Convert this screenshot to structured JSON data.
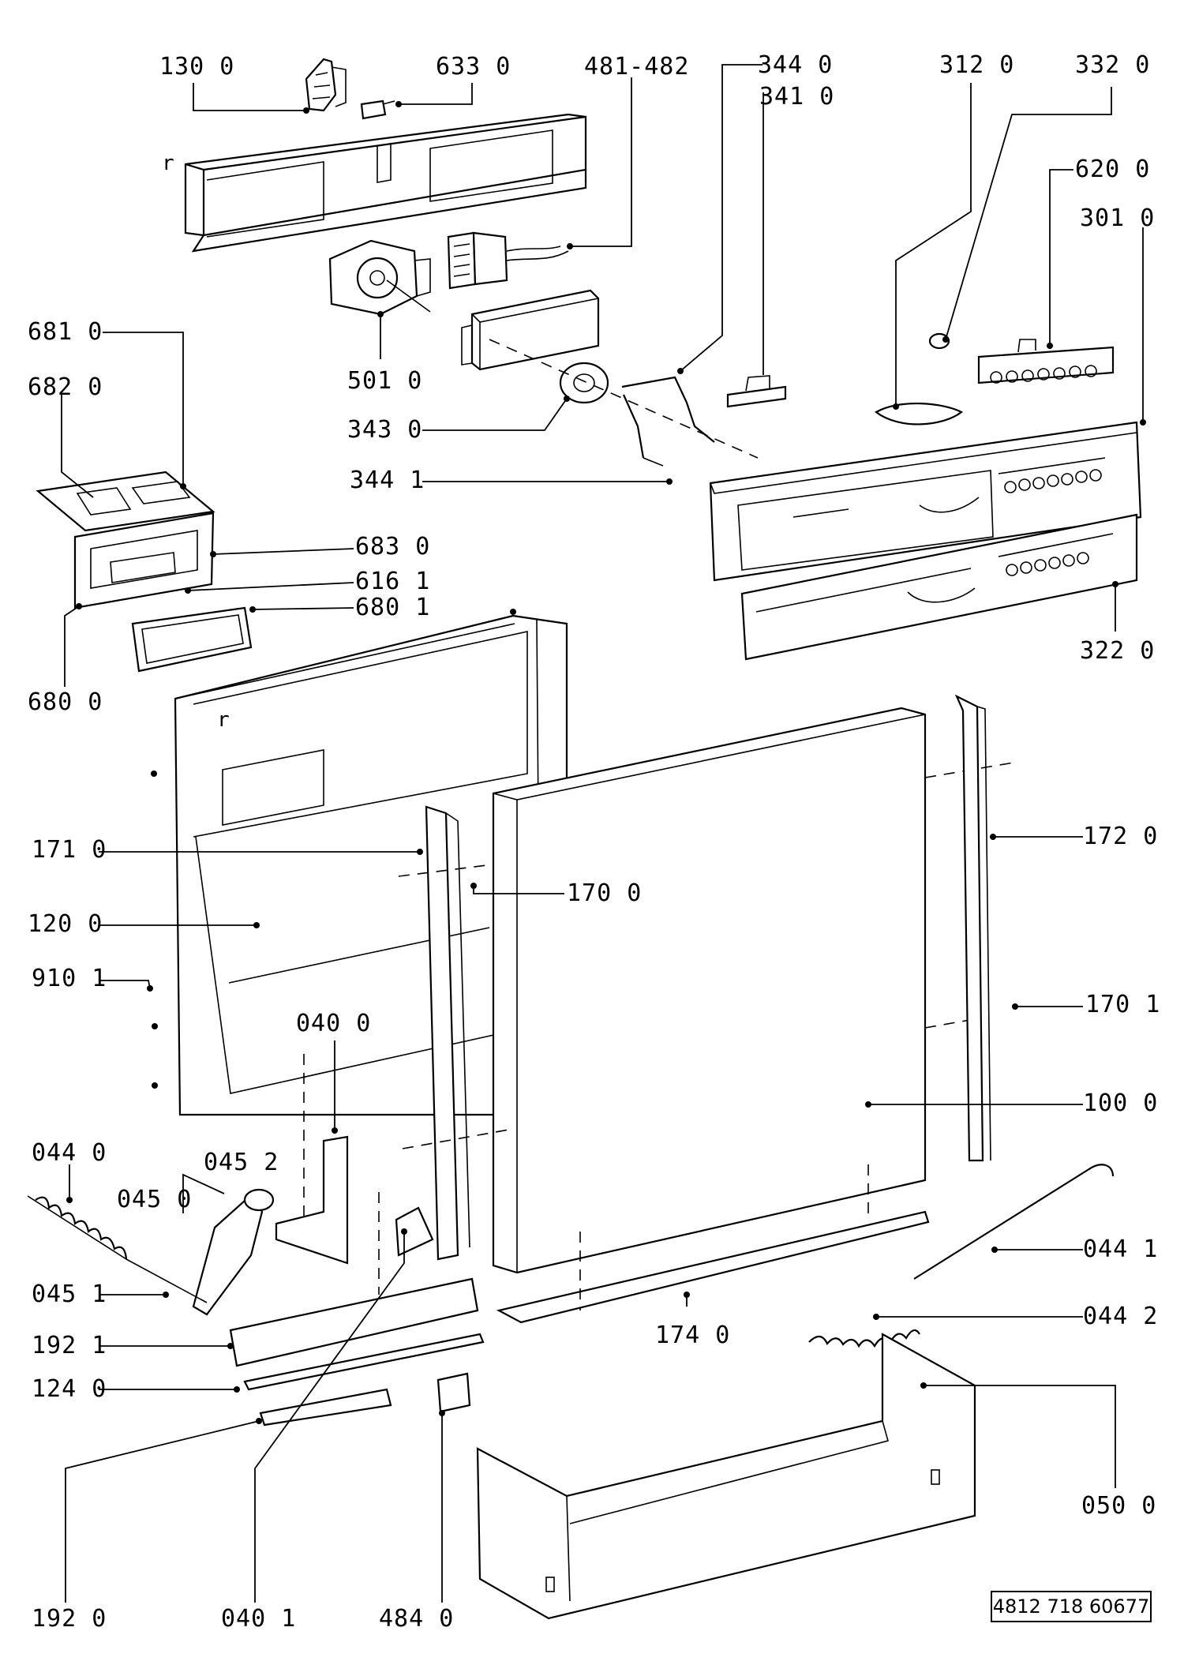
{
  "diagram": {
    "document_number": "4812 718 60677",
    "labels": [
      {
        "id": "130-0",
        "text": "130 0"
      },
      {
        "id": "633-0",
        "text": "633 0"
      },
      {
        "id": "481-482",
        "text": "481-482"
      },
      {
        "id": "344-0",
        "text": "344 0"
      },
      {
        "id": "341-0",
        "text": "341 0"
      },
      {
        "id": "312-0",
        "text": "312 0"
      },
      {
        "id": "332-0",
        "text": "332 0"
      },
      {
        "id": "620-0",
        "text": "620 0"
      },
      {
        "id": "301-0",
        "text": "301 0"
      },
      {
        "id": "681-0",
        "text": "681 0"
      },
      {
        "id": "682-0",
        "text": "682 0"
      },
      {
        "id": "501-0",
        "text": "501 0"
      },
      {
        "id": "343-0",
        "text": "343 0"
      },
      {
        "id": "344-1",
        "text": "344 1"
      },
      {
        "id": "683-0",
        "text": "683 0"
      },
      {
        "id": "616-1",
        "text": "616 1"
      },
      {
        "id": "680-1",
        "text": "680 1"
      },
      {
        "id": "680-0",
        "text": "680 0"
      },
      {
        "id": "322-0",
        "text": "322 0"
      },
      {
        "id": "171-0",
        "text": "171 0"
      },
      {
        "id": "170-0",
        "text": "170 0"
      },
      {
        "id": "172-0",
        "text": "172 0"
      },
      {
        "id": "120-0",
        "text": "120 0"
      },
      {
        "id": "910-1",
        "text": "910 1"
      },
      {
        "id": "170-1",
        "text": "170 1"
      },
      {
        "id": "040-0",
        "text": "040 0"
      },
      {
        "id": "100-0",
        "text": "100 0"
      },
      {
        "id": "044-0",
        "text": "044 0"
      },
      {
        "id": "045-2",
        "text": "045 2"
      },
      {
        "id": "045-0",
        "text": "045 0"
      },
      {
        "id": "044-1",
        "text": "044 1"
      },
      {
        "id": "045-1",
        "text": "045 1"
      },
      {
        "id": "044-2",
        "text": "044 2"
      },
      {
        "id": "192-1",
        "text": "192 1"
      },
      {
        "id": "174-0",
        "text": "174 0"
      },
      {
        "id": "124-0",
        "text": "124 0"
      },
      {
        "id": "050-0",
        "text": "050 0"
      },
      {
        "id": "192-0",
        "text": "192 0"
      },
      {
        "id": "040-1",
        "text": "040 1"
      },
      {
        "id": "484-0",
        "text": "484 0"
      }
    ],
    "side_marks": [
      "r",
      "r"
    ]
  }
}
